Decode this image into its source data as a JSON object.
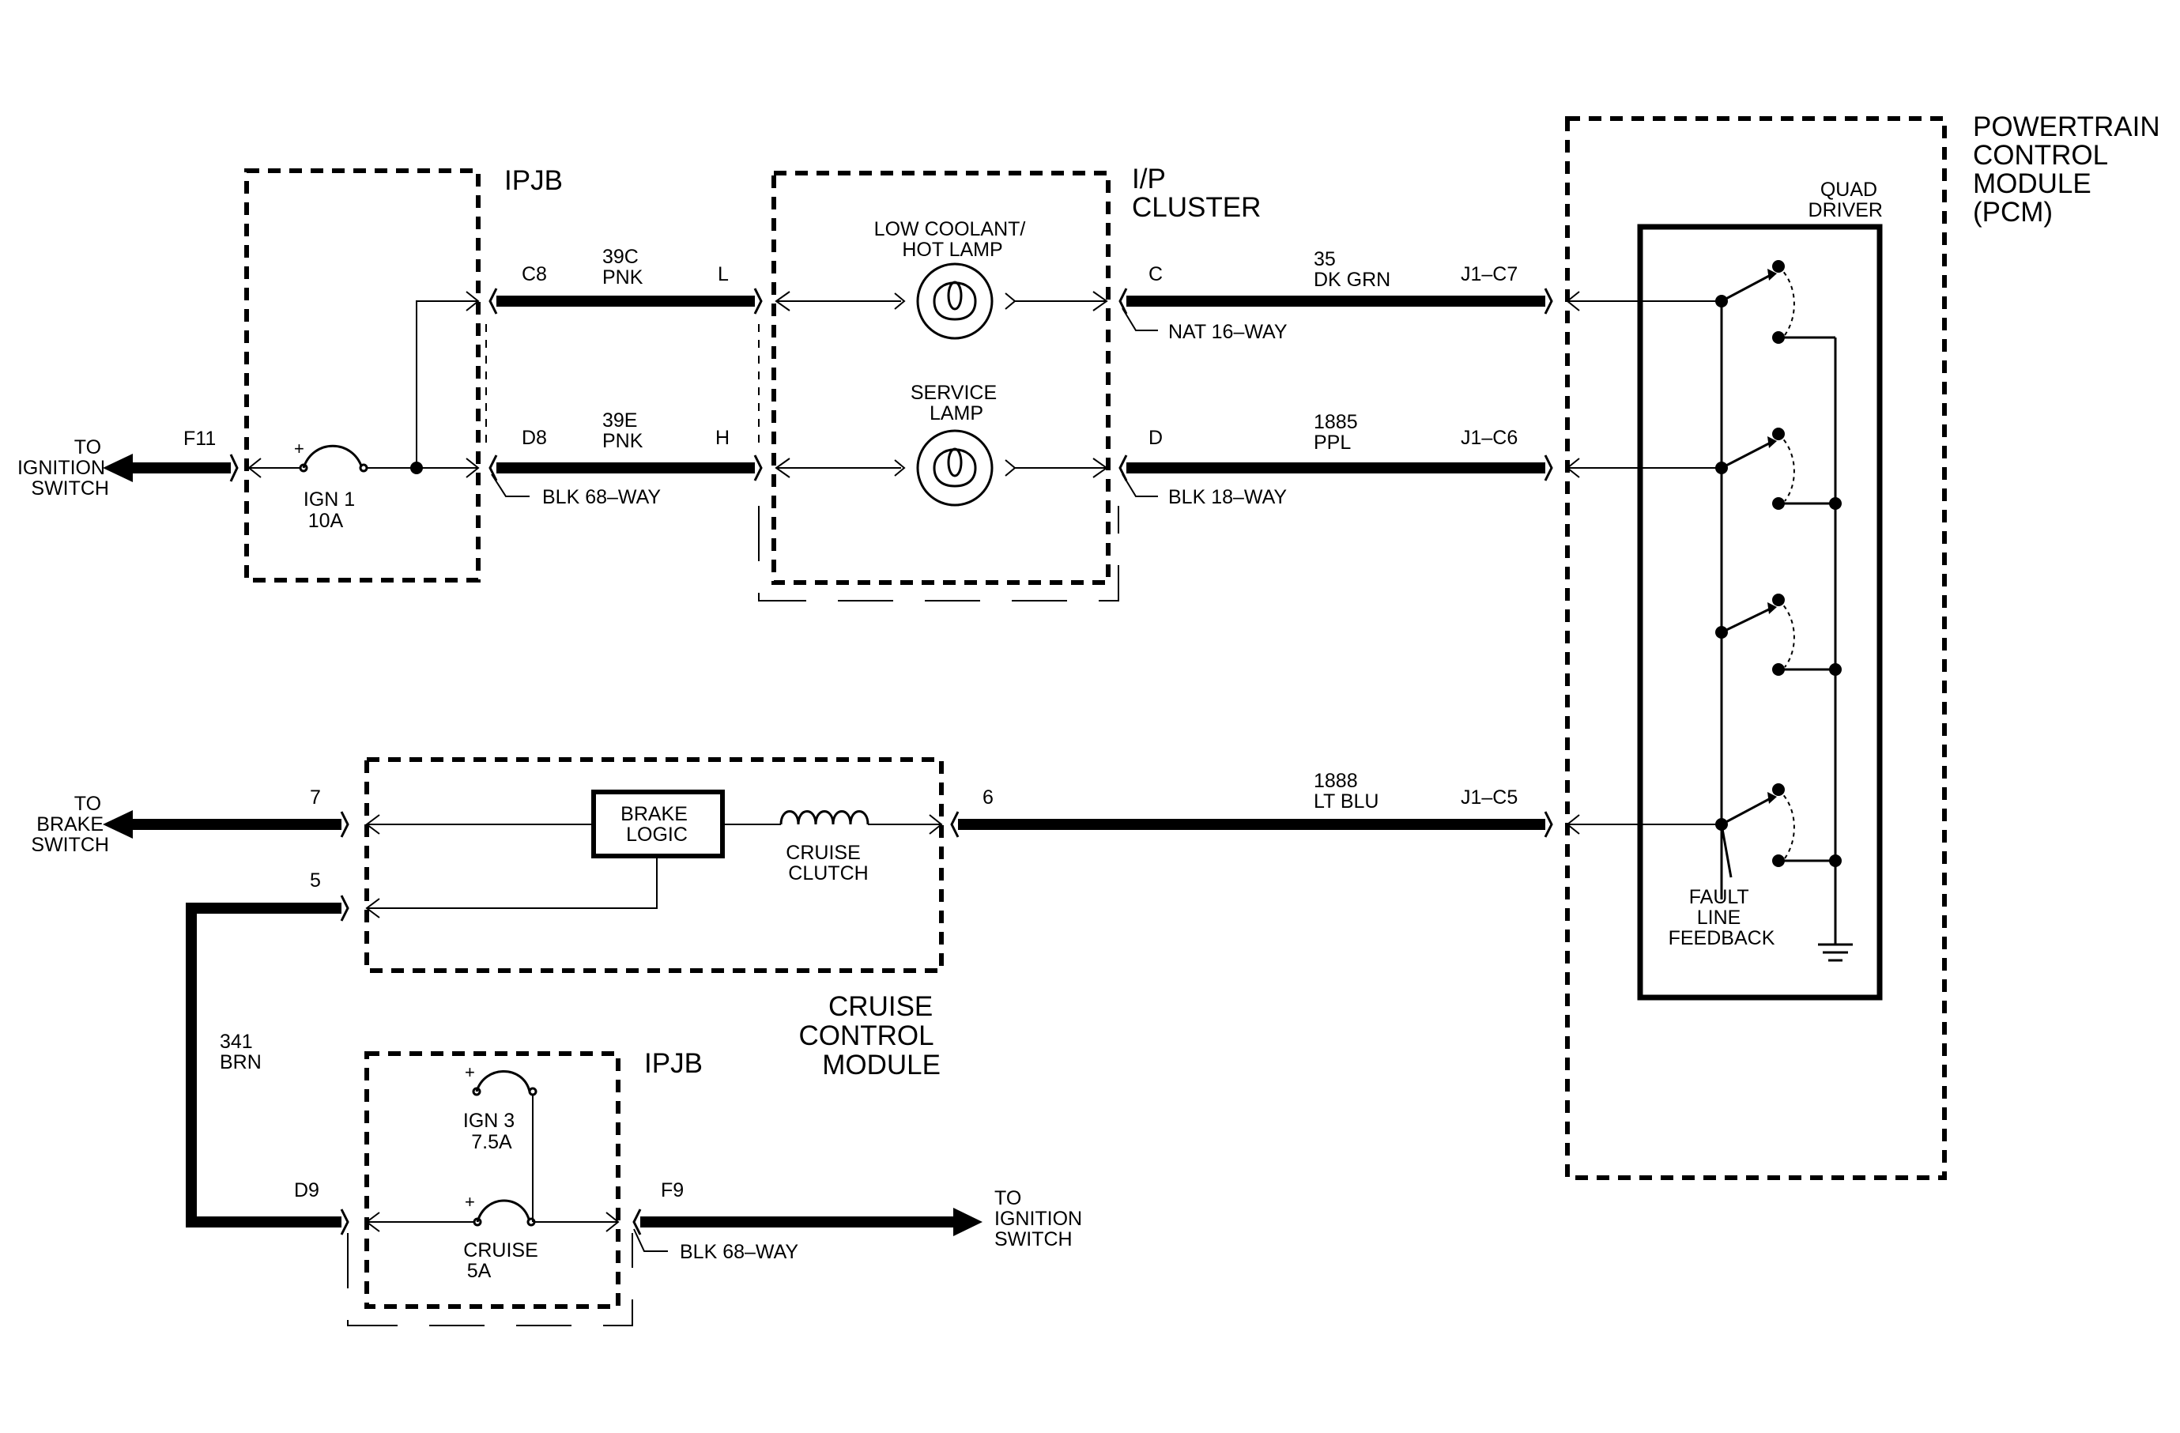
{
  "modules": {
    "ipjb_top": "IPJB",
    "ip_cluster": [
      "I/P",
      "CLUSTER"
    ],
    "pcm": [
      "POWERTRAIN",
      "CONTROL",
      "MODULE",
      "(PCM)"
    ],
    "cruise_module": [
      "CRUISE",
      "CONTROL",
      "MODULE"
    ],
    "ipjb_bottom": "IPJB",
    "quad_driver": [
      "QUAD",
      "DRIVER"
    ]
  },
  "offpage": {
    "ignition_top": [
      "TO",
      "IGNITION",
      "SWITCH"
    ],
    "brake_switch": [
      "TO",
      "BRAKE",
      "SWITCH"
    ],
    "ignition_bottom": [
      "TO",
      "IGNITION",
      "SWITCH"
    ]
  },
  "fuses": {
    "ign1": [
      "IGN 1",
      "10A"
    ],
    "ign3": [
      "IGN 3",
      "7.5A"
    ],
    "cruise": [
      "CRUISE",
      "5A"
    ],
    "plus": "+"
  },
  "lamps": {
    "low_coolant": [
      "LOW COOLANT/",
      "HOT LAMP"
    ],
    "service": [
      "SERVICE",
      "LAMP"
    ]
  },
  "components": {
    "brake_logic": [
      "BRAKE",
      "LOGIC"
    ],
    "cruise_clutch": [
      "CRUISE",
      "CLUTCH"
    ],
    "fault_feedback": [
      "FAULT",
      "LINE",
      "FEEDBACK"
    ]
  },
  "pins": {
    "f11": "F11",
    "c8": "C8",
    "d8": "D8",
    "l": "L",
    "h": "H",
    "c": "C",
    "d": "D",
    "j1c7": "J1–C7",
    "j1c6": "J1–C6",
    "j1c5": "J1–C5",
    "p7": "7",
    "p5": "5",
    "p6": "6",
    "d9": "D9",
    "f9": "F9"
  },
  "wires": {
    "w39c": [
      "39C",
      "PNK"
    ],
    "w39e": [
      "39E",
      "PNK"
    ],
    "w35": [
      "35",
      "DK GRN"
    ],
    "w1885": [
      "1885",
      "PPL"
    ],
    "w1888": [
      "1888",
      "LT BLU"
    ],
    "w341": [
      "341",
      "BRN"
    ]
  },
  "connectors": {
    "blk68_top": "BLK  68–WAY",
    "nat16": "NAT  16–WAY",
    "blk18": "BLK  18–WAY",
    "blk68_bottom": "BLK  68–WAY"
  }
}
